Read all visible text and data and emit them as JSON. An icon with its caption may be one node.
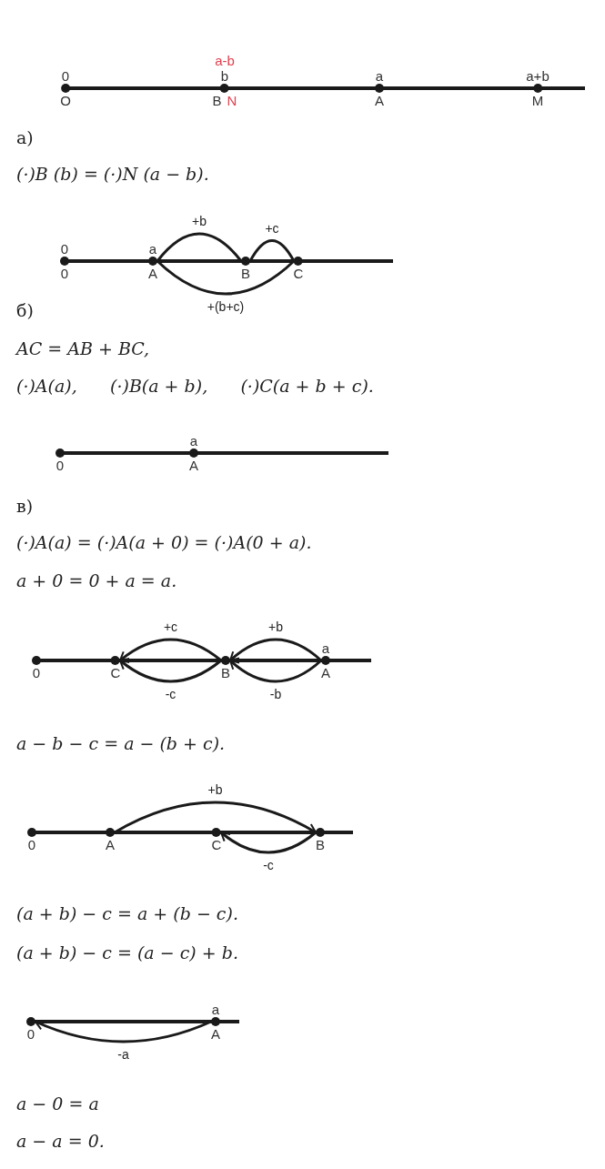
{
  "diagram": {
    "nodes": [
      {
        "text": [
          "0",
          "O"
        ]
      },
      {
        "text": [
          "b",
          "B"
        ],
        "beside": [
          "a-b",
          "N"
        ]
      },
      {
        "text": [
          "a",
          "A"
        ]
      },
      {
        "text": [
          "a+b",
          "M"
        ]
      },
      {
        "text": [
          "0",
          "0"
        ]
      },
      {
        "text": [
          "a",
          "A"
        ]
      },
      {
        "text": [
          "B"
        ]
      },
      {
        "text": [
          "C"
        ]
      },
      {
        "text": [
          "0"
        ]
      },
      {
        "text": [
          "a",
          "A"
        ]
      },
      {
        "text": [
          "0"
        ]
      },
      {
        "text": [
          "C"
        ]
      },
      {
        "text": [
          "B"
        ]
      },
      {
        "text": [
          "a",
          "A"
        ]
      },
      {
        "text": [
          "0"
        ]
      },
      {
        "text": [
          "A"
        ]
      },
      {
        "text": [
          "C"
        ]
      },
      {
        "text": [
          "B"
        ]
      },
      {
        "text": [
          "0"
        ]
      },
      {
        "text": [
          "a",
          "A"
        ]
      }
    ],
    "edges": [
      {
        "from": 5,
        "to": 6,
        "arrow": "none",
        "label": "+b"
      },
      {
        "from": 6,
        "to": 7,
        "arrow": "none",
        "label": "+c"
      },
      {
        "from": 5,
        "to": 7,
        "arrow": "none",
        "label": "+(b+c)"
      },
      {
        "from": 13,
        "to": 12,
        "arrow": "to",
        "label": "+b"
      },
      {
        "from": 13,
        "to": 12,
        "arrow": "to",
        "label": "-b"
      },
      {
        "from": 12,
        "to": 11,
        "arrow": "to",
        "label": "+c"
      },
      {
        "from": 12,
        "to": 11,
        "arrow": "to",
        "label": "-c"
      },
      {
        "from": 15,
        "to": 17,
        "arrow": "to",
        "label": "+b"
      },
      {
        "from": 17,
        "to": 16,
        "arrow": "to",
        "label": "-c"
      },
      {
        "from": 19,
        "to": 18,
        "arrow": "to",
        "label": "-a"
      }
    ],
    "labels": [
      "а)",
      "(·)B (b) = (·)N (a − b).",
      "б)",
      "AC = AB + BC,",
      "(·)A(a),      (·)B(a + b),      (·)C(a + b + c).",
      "в)",
      "(·)A(a) = (·)A(a + 0) = (·)A(0 + a).",
      "a + 0 = 0 + a = a.",
      "a − b − c = a − (b + c).",
      "(a + b) − c = a + (b − c).",
      "(a + b) − c = (a − c) + b.",
      "a − 0 = a",
      "a − a = 0."
    ]
  }
}
